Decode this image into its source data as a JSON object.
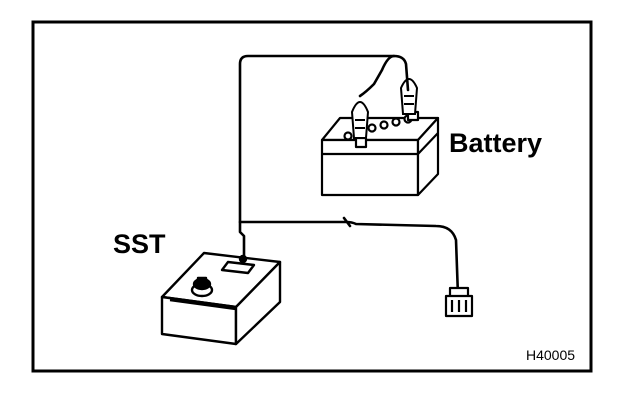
{
  "labels": {
    "battery": "Battery",
    "sst": "SST",
    "figure_code": "H40005"
  },
  "colors": {
    "ink": "#000000",
    "paper": "#ffffff"
  },
  "icons": {
    "battery": "battery-icon",
    "sst_tool": "sst-tester-icon",
    "connector": "connector-plug-icon",
    "clip": "alligator-clip-icon"
  }
}
